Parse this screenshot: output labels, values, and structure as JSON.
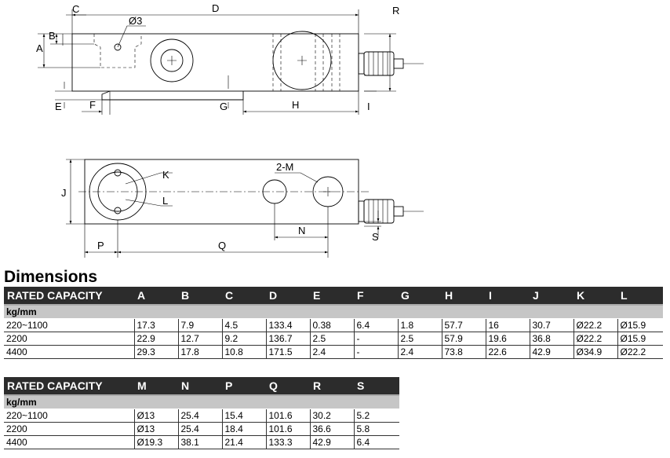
{
  "drawing": {
    "labels": {
      "A": "A",
      "B": "B",
      "C": "C",
      "D": "D",
      "E": "E",
      "F": "F",
      "G": "G",
      "H": "H",
      "I": "I",
      "R": "R",
      "J": "J",
      "K": "K",
      "L": "L",
      "M": "2-M",
      "N": "N",
      "P": "P",
      "Q": "Q",
      "S": "S",
      "dia3": "Ø3"
    }
  },
  "title": "Dimensions",
  "table1": {
    "header_label": "RATED CAPACITY",
    "columns": [
      "A",
      "B",
      "C",
      "D",
      "E",
      "F",
      "G",
      "H",
      "I",
      "J",
      "K",
      "L"
    ],
    "unit": "kg/mm",
    "rows": [
      {
        "label": "220~1100",
        "values": [
          "17.3",
          "7.9",
          "4.5",
          "133.4",
          "0.38",
          "6.4",
          "1.8",
          "57.7",
          "16",
          "30.7",
          "Ø22.2",
          "Ø15.9"
        ]
      },
      {
        "label": "2200",
        "values": [
          "22.9",
          "12.7",
          "9.2",
          "136.7",
          "2.5",
          "-",
          "2.5",
          "57.9",
          "19.6",
          "36.8",
          "Ø22.2",
          "Ø15.9"
        ]
      },
      {
        "label": "4400",
        "values": [
          "29.3",
          "17.8",
          "10.8",
          "171.5",
          "2.4",
          "-",
          "2.4",
          "73.8",
          "22.6",
          "42.9",
          "Ø34.9",
          "Ø22.2"
        ]
      }
    ]
  },
  "table2": {
    "header_label": "RATED CAPACITY",
    "columns": [
      "M",
      "N",
      "P",
      "Q",
      "R",
      "S"
    ],
    "unit": "kg/mm",
    "rows": [
      {
        "label": "220~1100",
        "values": [
          "Ø13",
          "25.4",
          "15.4",
          "101.6",
          "30.2",
          "5.2"
        ]
      },
      {
        "label": "2200",
        "values": [
          "Ø13",
          "25.4",
          "18.4",
          "101.6",
          "36.6",
          "5.8"
        ]
      },
      {
        "label": "4400",
        "values": [
          "Ø19.3",
          "38.1",
          "21.4",
          "133.3",
          "42.9",
          "6.4"
        ]
      }
    ]
  }
}
